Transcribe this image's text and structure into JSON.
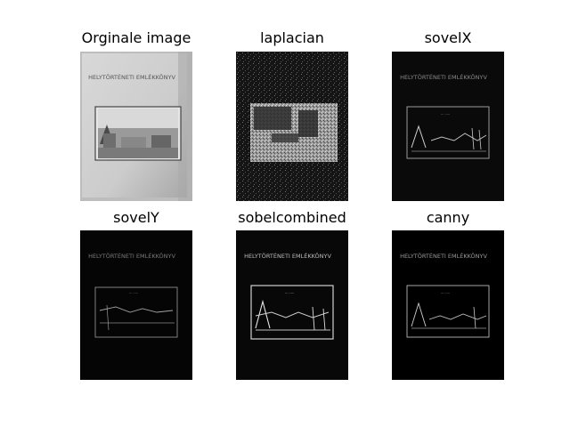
{
  "figure": {
    "panels": [
      {
        "title": "Orginale image",
        "kind": "original"
      },
      {
        "title": "laplacian",
        "kind": "laplacian"
      },
      {
        "title": "sovelX",
        "kind": "sobelx"
      },
      {
        "title": "sovelY",
        "kind": "sobely"
      },
      {
        "title": "sobelcombined",
        "kind": "sobelcombined"
      },
      {
        "title": "canny",
        "kind": "canny"
      }
    ],
    "book_title": "HELYTÖRTÉNETI EMLÉKKÖNYV",
    "colors": {
      "background": "#ffffff",
      "dark": "#000000",
      "paper": "#c8c8c8"
    }
  }
}
